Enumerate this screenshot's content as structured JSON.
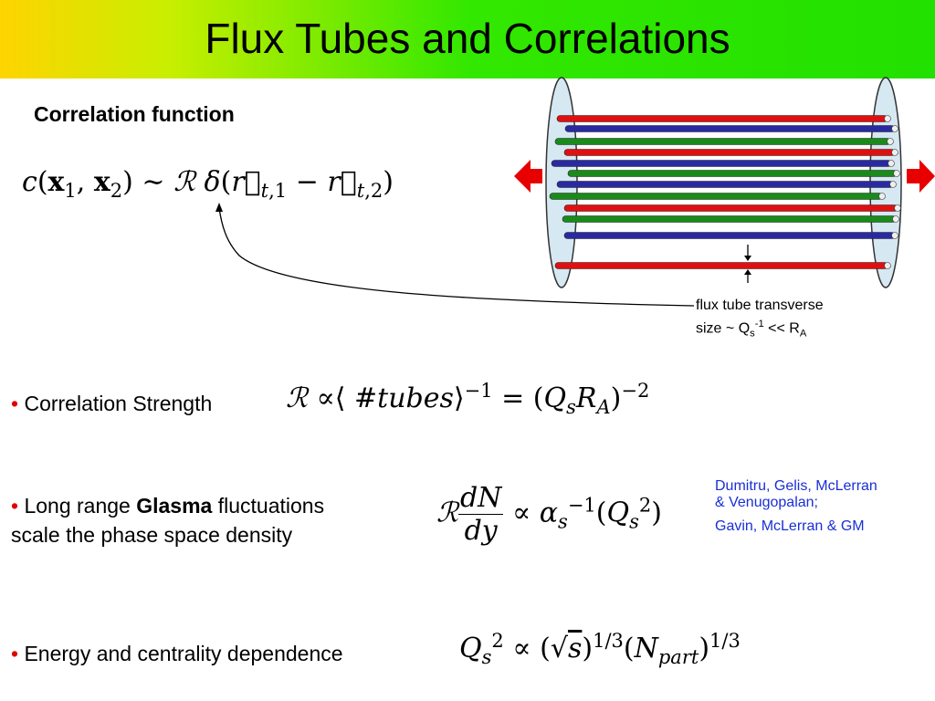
{
  "title": "Flux Tubes and Correlations",
  "heading": "Correlation function",
  "equations": {
    "correlation_function": "c(x1, x2) ~ R δ(r_t,1 − r_t,2)",
    "strength": "R ∝ ⟨ #tubes ⟩^−1 = (Q_s R_A)^−2",
    "glasma": "R dN/dy ∝ α_s^−1 (Q_s^2)",
    "energy": "Q_s^2 ∝ (√s)^1/3 (N_part)^1/3"
  },
  "bullets": {
    "strength": "Correlation Strength",
    "glasma_pre": "Long range ",
    "glasma_bold": "Glasma",
    "glasma_post": " fluctuations",
    "glasma_line2": "scale the phase space density",
    "energy": "Energy and centrality dependence"
  },
  "annotation": {
    "line1": "flux tube transverse",
    "line2_pre": "size ~ Q",
    "line2_sub": "s",
    "line2_sup": "-1",
    "line2_mid": " << R",
    "line2_sub2": "A"
  },
  "references": {
    "line1": "Dumitru, Gelis, McLerran",
    "line2": "& Venugopalan;",
    "line3": "Gavin, McLerran & GM"
  },
  "colors": {
    "bullet": "#e00000",
    "reference": "#1a2fd6",
    "tube_red": "#e01010",
    "tube_blue": "#2a2aa0",
    "tube_green": "#1a8a1a",
    "ring": "#cfe3ee",
    "arrow": "#e80000"
  },
  "icons": [
    "left-arrow-icon",
    "right-arrow-icon"
  ]
}
